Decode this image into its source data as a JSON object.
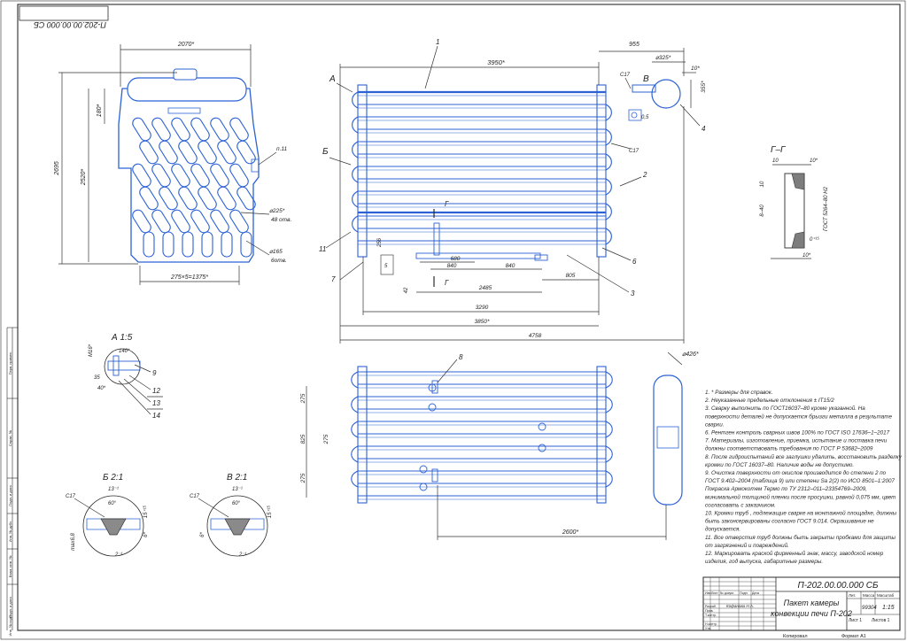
{
  "drawing_number": "П-202.00.00.000 СБ",
  "drawing_number_mirrored": "П-202.00.00.000 СБ",
  "title_block": {
    "designation": "П-202.00.00.000 СБ",
    "name_line1": "Пакет камеры",
    "name_line2": "конвекции печи П-202",
    "mass": "99304",
    "scale": "1:15",
    "sheet": "Лист 1",
    "sheets": "Листов 1",
    "developer": "Кофанова Н.А.",
    "row_labels": [
      "Изм.",
      "Лист",
      "№ докум.",
      "Подп.",
      "Дата",
      "Разраб.",
      "Пров.",
      "Т.контр.",
      "Н.контр.",
      "Утв."
    ],
    "col_labels": [
      "Лит.",
      "Масса",
      "Масштаб"
    ],
    "footer_copied": "Копировал",
    "footer_format": "Формат  А1"
  },
  "side_stamps": [
    "Перв. примен.",
    "Справ. №",
    "Подп. и дата",
    "Инв. № дубл.",
    "Взам. инв. №",
    "Подп. и дата",
    "Инв. № подл."
  ],
  "left_view": {
    "dims": [
      "2070*",
      "2695",
      "2520*",
      "180*",
      "275×5=1375*",
      "п.11",
      "⌀225*",
      "48 отв.",
      "⌀165",
      "6отв."
    ]
  },
  "front_view": {
    "callouts": [
      "1",
      "2",
      "3",
      "4",
      "6",
      "7",
      "11"
    ],
    "section_marks": [
      "А",
      "Б",
      "В",
      "Г",
      "Г"
    ],
    "dims": [
      "3950*",
      "955",
      "⌀325*",
      "10*",
      "355*",
      "С17",
      "С17",
      "0,5",
      "5",
      "42",
      "256",
      "680",
      "840",
      "840",
      "805",
      "2485",
      "3290",
      "3850*",
      "4758"
    ]
  },
  "top_view": {
    "callouts": [
      "8"
    ],
    "dims": [
      "⌀426*",
      "275",
      "825",
      "275",
      "275",
      "2600*"
    ]
  },
  "section_gg": {
    "title": "Г–Г",
    "dims": [
      "10",
      "10*",
      "10",
      "8–40",
      "10*",
      "ГОСТ 5264–80 Н2",
      "0⁺¹⁵"
    ]
  },
  "detail_a": {
    "title": "А  1:5",
    "dims": [
      "М16*",
      "140*",
      "35",
      "40*"
    ],
    "callouts": [
      "9",
      "12",
      "13",
      "14"
    ]
  },
  "detail_b": {
    "title": "Б  2:1",
    "dims": [
      "С17",
      "13⁻¹",
      "60°",
      "15⁺¹⁵",
      "6*",
      "2⁻¹",
      "max6,8"
    ]
  },
  "detail_v": {
    "title": "В  2:1",
    "dims": [
      "С17",
      "13⁻¹",
      "60°",
      "15⁺¹⁵",
      "6*",
      "2⁻¹"
    ]
  },
  "notes": [
    "1.  * Размеры для справок.",
    "2.  Неуказанные предельные отклонения ± IT15/2",
    "3.  Сварку выполнить по ГОСТ16037–80 кроме указанной. На",
    "поверхности деталей не допускается брызги металла в результате",
    "сварки.",
    "6. Рентген контроль сварных швов 100% по ГОСТ ISO 17636–1–2017",
    "7. Материалы, изготовление, приемка, испытание и поставка печи",
    "должны соответствовать требования по ГОСТ Р 53682–2009",
    "8. После гидроиспытаний все заглушки удалить, восстановить разделку",
    "кромки по ГОСТ 16037–80. Наличие воды не допустимо.",
    "9. Очистка поверхности от окислов производится до степени 2 по",
    "ГОСТ 9.402–2004 (таблица 9) или степени Sa 2(2) по ИСО 8501–1:2007",
    "Покраска Армокотем Термо по ТУ 2312–011–23354769–2009,",
    "минимальной толщиной пленки после просушки, равной 0,075 мм, цвет",
    "согласовать с заказчиком.",
    "10. Кромки труб , подлежащие сварке на монтажной площадке, должны",
    "быть законсервированы согласно ГОСТ 9.014. Окрашивание не",
    "допускается.",
    "11. Все отверстия труб должны быть закрыты пробками для защиты",
    "от загрязнений и повреждений.",
    "12. Маркировать краской фирменный знак, массу, заводской номер",
    "изделия, год выпуска, габаритные размеры."
  ]
}
